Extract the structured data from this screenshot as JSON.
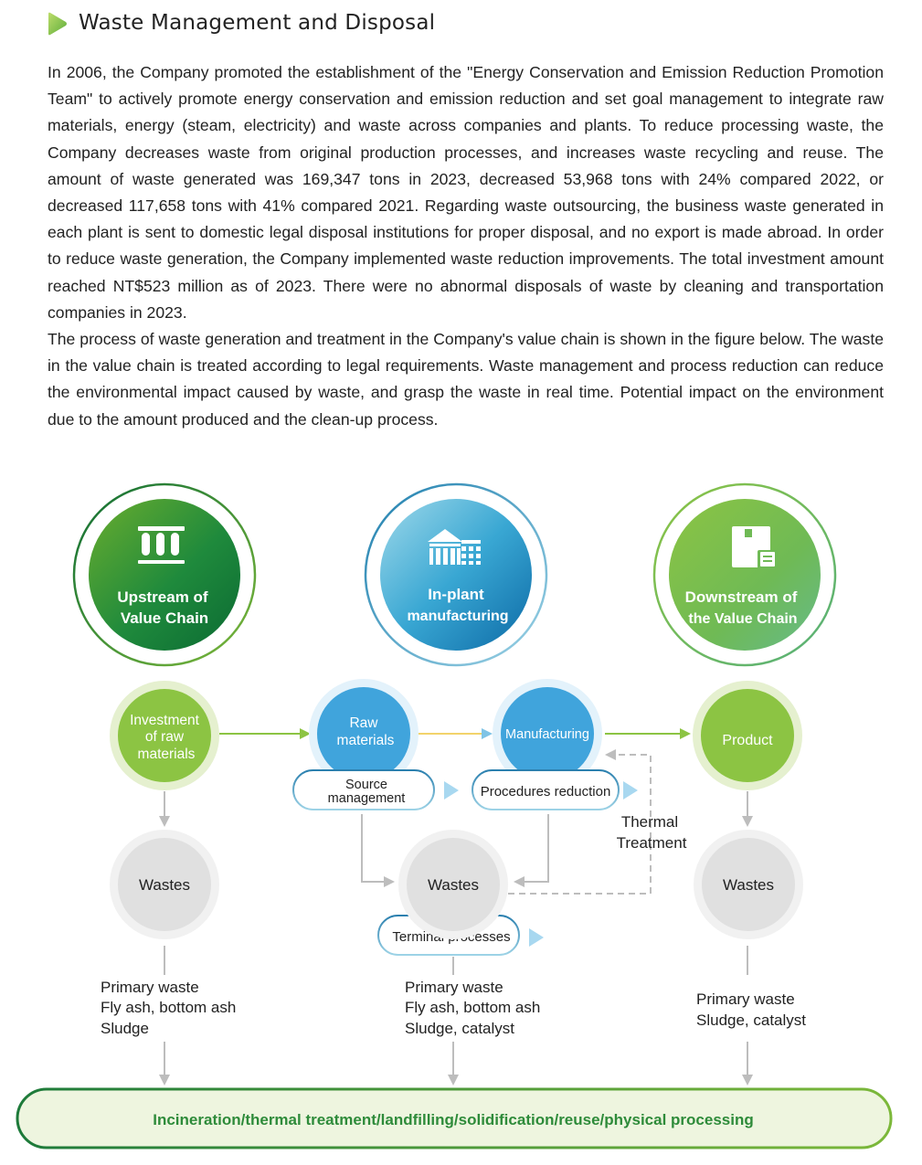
{
  "header": {
    "title": "Waste Management and Disposal"
  },
  "paragraphs": [
    "In 2006, the Company promoted the establishment of the \"Energy Conservation and Emission Reduction Promotion Team\" to actively promote energy conservation and emission reduction and set goal management to integrate raw materials, energy (steam, electricity) and waste across companies and plants. To reduce processing waste, the Company decreases waste from original production processes, and increases waste recycling and reuse. The amount of waste generated was 169,347 tons in 2023, decreased 53,968 tons with 24% compared 2022, or decreased 117,658 tons with 41% compared 2021. Regarding waste outsourcing, the business waste generated in each plant is sent to domestic legal disposal institutions for proper disposal, and no export is made abroad. In order to reduce waste generation, the Company implemented waste reduction improvements. The total investment amount reached NT$523 million as of 2023. There were no abnormal disposals of waste by cleaning and transportation companies in 2023.",
    "The process of waste generation and treatment in the Company's value chain is shown in the figure below. The waste in the value chain is treated according to legal requirements. Waste management and process reduction can reduce the environmental impact caused by waste, and grasp the waste in real time. Potential impact on the environment due to the amount produced and the clean-up process."
  ],
  "diagram": {
    "stages": {
      "upstream": {
        "line1": "Upstream of",
        "line2": "Value Chain",
        "icon": "test-tubes-icon"
      },
      "inplant": {
        "line1": "In-plant",
        "line2": "manufacturing",
        "icon": "factory-icon"
      },
      "downstream": {
        "line1": "Downstream of",
        "line2": "the Value Chain",
        "icon": "product-box-icon"
      }
    },
    "nodes": {
      "investment": {
        "line1": "Investment",
        "line2": "of raw",
        "line3": "materials"
      },
      "raw_materials": {
        "line1": "Raw",
        "line2": "materials"
      },
      "manufacturing": {
        "label": "Manufacturing"
      },
      "product": {
        "label": "Product"
      }
    },
    "pills": {
      "source_management": {
        "line1": "Source",
        "line2": "management"
      },
      "procedures_reduction": {
        "label": "Procedures reduction"
      },
      "terminal_processes": {
        "label": "Terminal processes"
      }
    },
    "thermal_treatment": {
      "line1": "Thermal",
      "line2": "Treatment"
    },
    "wastes_label": "Wastes",
    "waste_lists": {
      "left": [
        "Primary waste",
        "Fly ash, bottom ash",
        "Sludge"
      ],
      "middle": [
        "Primary waste",
        "Fly ash, bottom ash",
        "Sludge, catalyst"
      ],
      "right": [
        "Primary waste",
        "Sludge, catalyst"
      ]
    },
    "treatment_bar": "Incineration/thermal treatment/landfilling/solidification/reuse/physical processing"
  },
  "colors": {
    "dark_green": "#1d7a3a",
    "light_green": "#8cc443",
    "pale_green": "#eef5df",
    "blue": "#40a4dc",
    "teal": "#2a7fae",
    "grey": "#e0e0e0",
    "arrow_grey": "#bdbdbd"
  }
}
